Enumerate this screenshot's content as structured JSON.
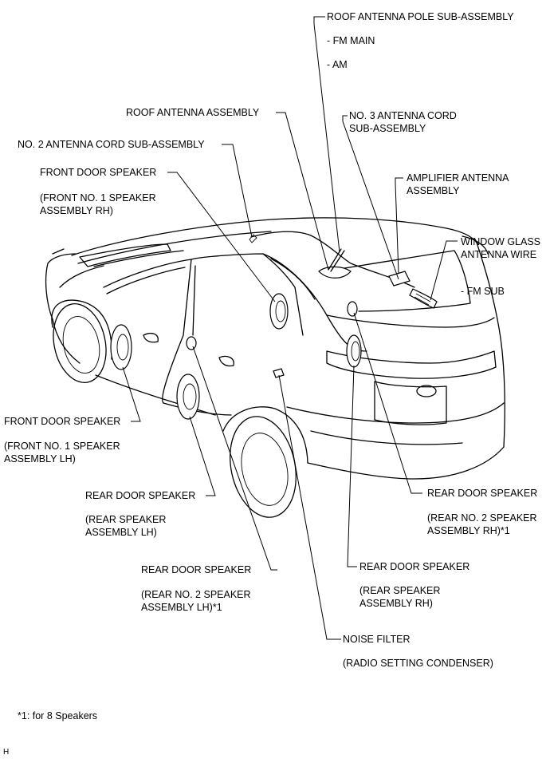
{
  "labels": {
    "roof_pole": "ROOF ANTENNA POLE SUB-ASSEMBLY",
    "fm_main": "- FM MAIN",
    "am": "- AM",
    "roof_assy": "ROOF ANTENNA ASSEMBLY",
    "no3_cord_1": "NO. 3 ANTENNA CORD",
    "no3_cord_2": "SUB-ASSEMBLY",
    "no2_cord": "NO. 2 ANTENNA CORD SUB-ASSEMBLY",
    "amp_1": "AMPLIFIER ANTENNA",
    "amp_2": "ASSEMBLY",
    "front_rh": "FRONT DOOR SPEAKER",
    "front_rh_sub1": "(FRONT NO. 1 SPEAKER",
    "front_rh_sub2": "ASSEMBLY RH)",
    "window_1": "WINDOW GLASS",
    "window_2": "ANTENNA WIRE",
    "fm_sub": "- FM SUB",
    "front_lh": "FRONT DOOR SPEAKER",
    "front_lh_sub1": "(FRONT NO. 1 SPEAKER",
    "front_lh_sub2": "ASSEMBLY LH)",
    "rear_lh": "REAR DOOR SPEAKER",
    "rear_lh_sub1": "(REAR SPEAKER",
    "rear_lh_sub2": "ASSEMBLY LH)",
    "rear_rh2": "REAR DOOR SPEAKER",
    "rear_rh2_sub1": "(REAR NO. 2 SPEAKER",
    "rear_rh2_sub2": "ASSEMBLY RH)*1",
    "rear_lh2": "REAR DOOR SPEAKER",
    "rear_lh2_sub1": "(REAR NO. 2 SPEAKER",
    "rear_lh2_sub2": "ASSEMBLY LH)*1",
    "rear_rh": "REAR DOOR SPEAKER",
    "rear_rh_sub1": "(REAR SPEAKER",
    "rear_rh_sub2": "ASSEMBLY RH)",
    "noise": "NOISE FILTER",
    "noise_sub": "(RADIO SETTING CONDENSER)",
    "footnote": "*1: for 8 Speakers",
    "corner": "H"
  }
}
